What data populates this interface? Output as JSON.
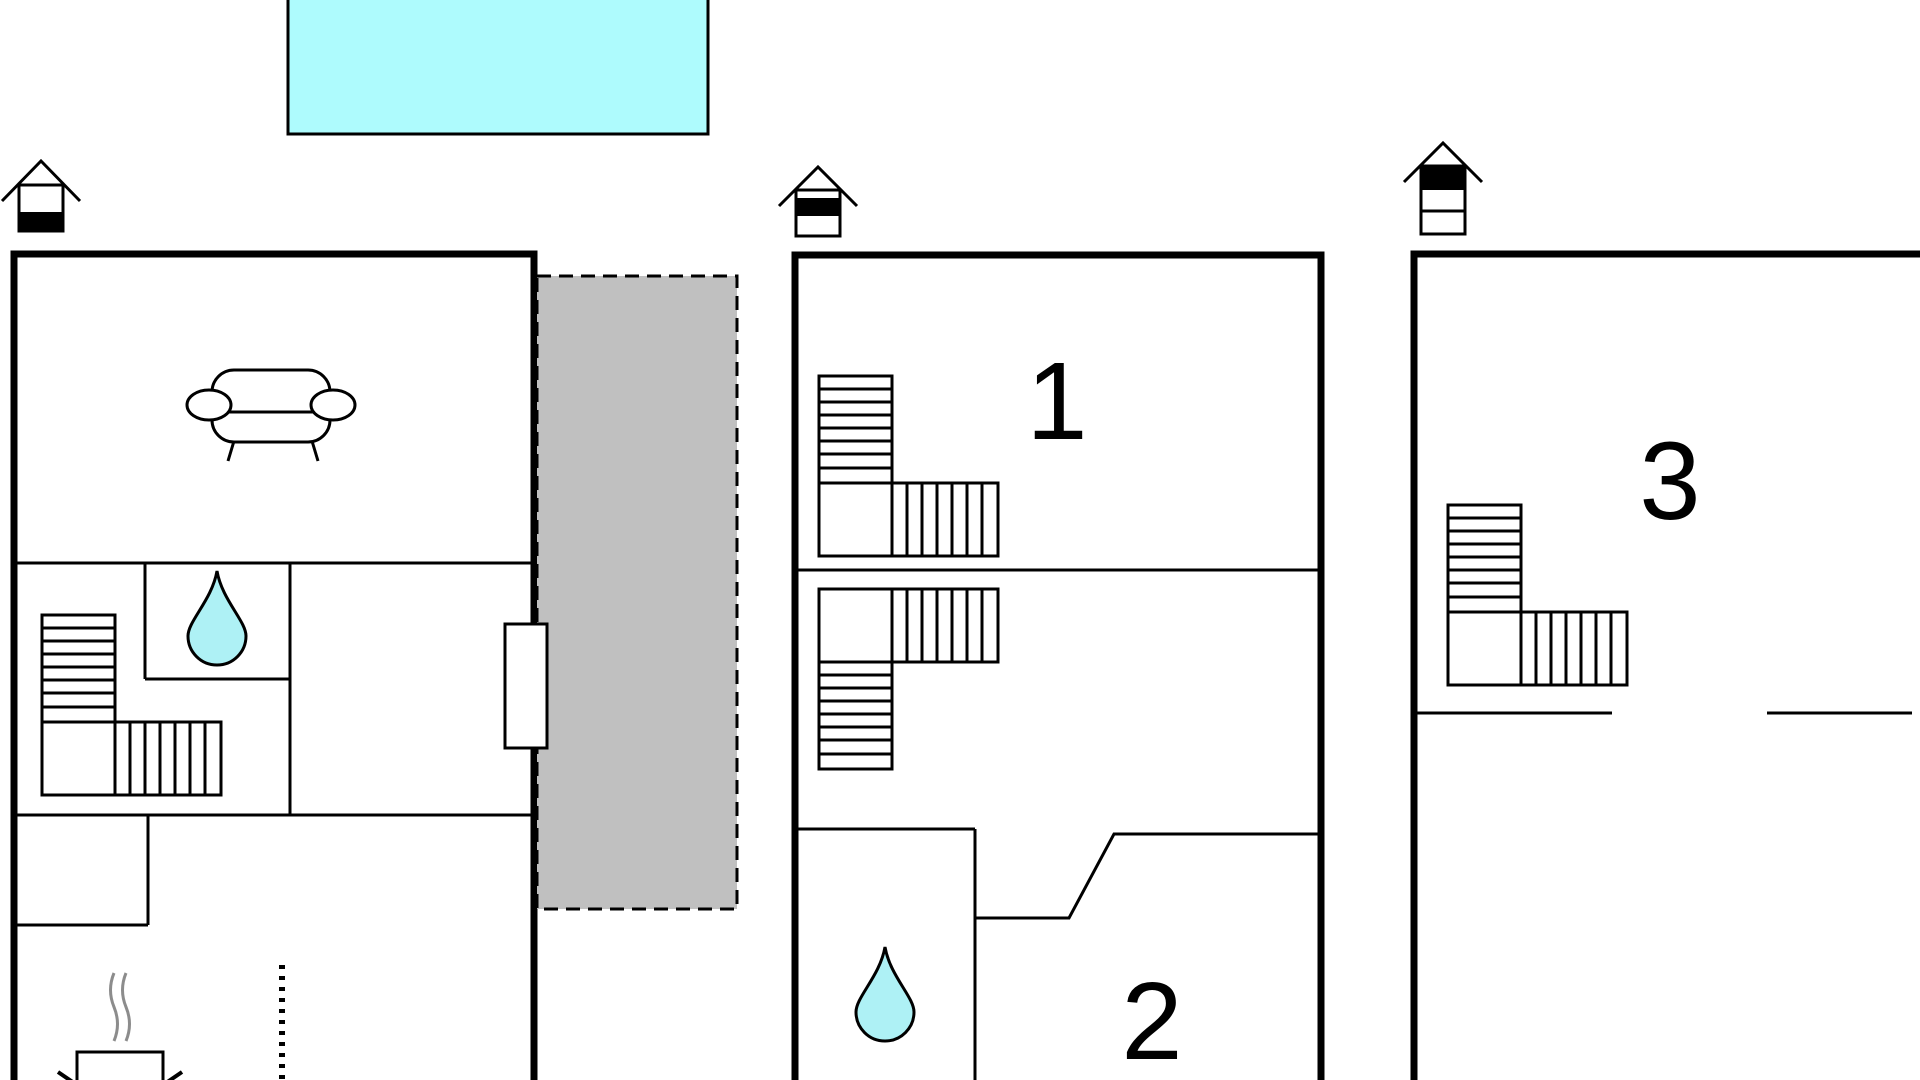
{
  "colors": {
    "line": "#000000",
    "pool": "#aefbfd",
    "terrace": "#c0c0c0",
    "water": "#aef1f5",
    "steam": "#8c8c8c",
    "background": "#ffffff"
  },
  "floors": [
    {
      "floor_icon": "house-floor-ground-icon",
      "rooms": []
    },
    {
      "floor_icon": "house-floor-first-icon",
      "rooms": [
        {
          "number": "1"
        },
        {
          "number": "2"
        }
      ]
    },
    {
      "floor_icon": "house-floor-second-icon",
      "rooms": [
        {
          "number": "3"
        }
      ]
    }
  ],
  "icons": {
    "pool": "swimming-pool-icon",
    "terrace": "terrace-icon",
    "sofa": "sofa-icon",
    "bathroom": "water-drop-icon",
    "kitchen": "stove-icon",
    "stairs": "stairs-icon",
    "door": "door-icon"
  }
}
